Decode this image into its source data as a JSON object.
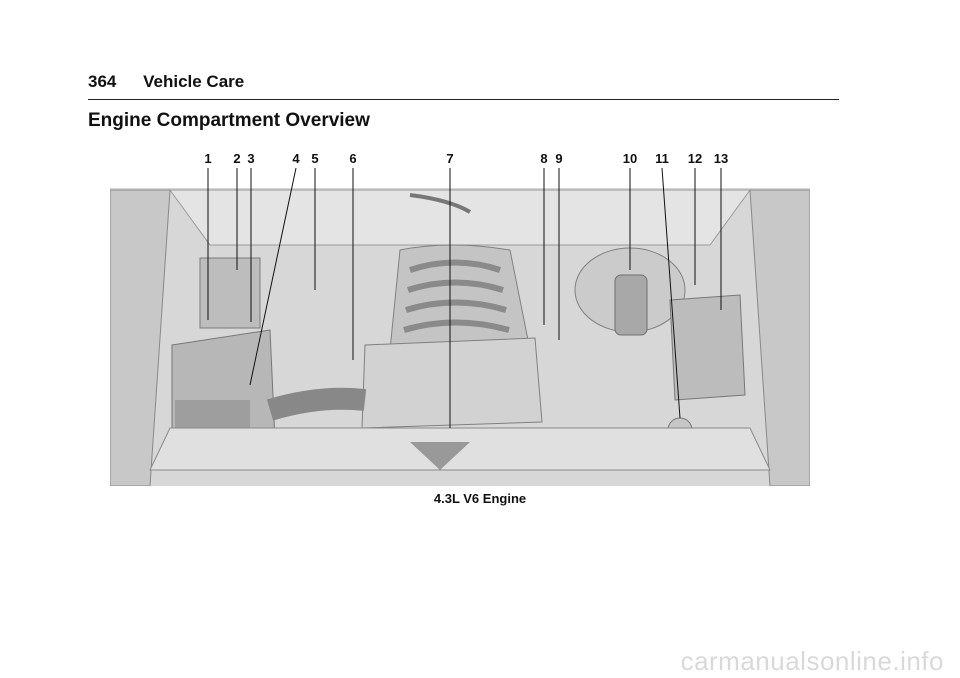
{
  "header": {
    "page_number": "364",
    "section": "Vehicle Care"
  },
  "title": "Engine Compartment Overview",
  "figure": {
    "callouts": [
      "1",
      "2",
      "3",
      "4",
      "5",
      "6",
      "7",
      "8",
      "9",
      "10",
      "11",
      "12",
      "13"
    ],
    "caption": "4.3L V6 Engine"
  },
  "watermark": "carmanualsonline.info",
  "colors": {
    "text": "#111111",
    "illustration_gray": "#cfcfcf",
    "watermark": "#d9d9d9"
  }
}
